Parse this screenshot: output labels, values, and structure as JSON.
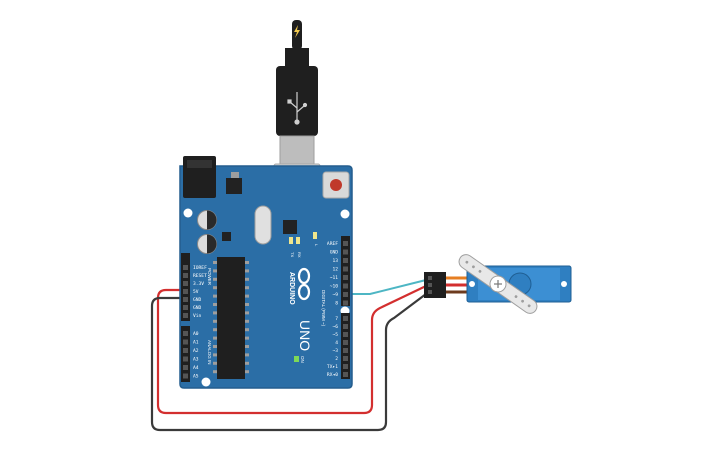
{
  "board": {
    "name": "UNO",
    "brand": "ARDUINO",
    "digital_header_label": "DIGITAL (PWM ~)",
    "power_header_label": "POWER",
    "analog_header_label": "ANALOG IN",
    "on_label": "ON",
    "tx_led_label": "TX",
    "rx_led_label": "RX",
    "l_led_label": "L",
    "power_pins": [
      "IOREF",
      "RESET",
      "3.3V",
      "5V",
      "GND",
      "GND",
      "Vin"
    ],
    "analog_pins": [
      "A0",
      "A1",
      "A2",
      "A3",
      "A4",
      "A5"
    ],
    "digital_pins_top": [
      "AREF",
      "GND",
      "13",
      "12",
      "~11",
      "~10",
      "~9",
      "8"
    ],
    "digital_pins_bottom": [
      "7",
      "~6",
      "~5",
      "4",
      "~3",
      "2",
      "TX▸1",
      "RX◂0"
    ]
  },
  "colors": {
    "board": "#2b6ea6",
    "board_edge": "#245d8d",
    "wire_power": "#d32f2f",
    "wire_ground": "#3a3a3a",
    "wire_signal": "#4db6c4",
    "servo_body": "#2f7fc1",
    "usb_plug": "#1f1f1f"
  },
  "icons": {
    "usb_cable": "usb-cable-icon",
    "lightning": "lightning-icon",
    "arduino_logo": "infinity-logo-icon"
  }
}
